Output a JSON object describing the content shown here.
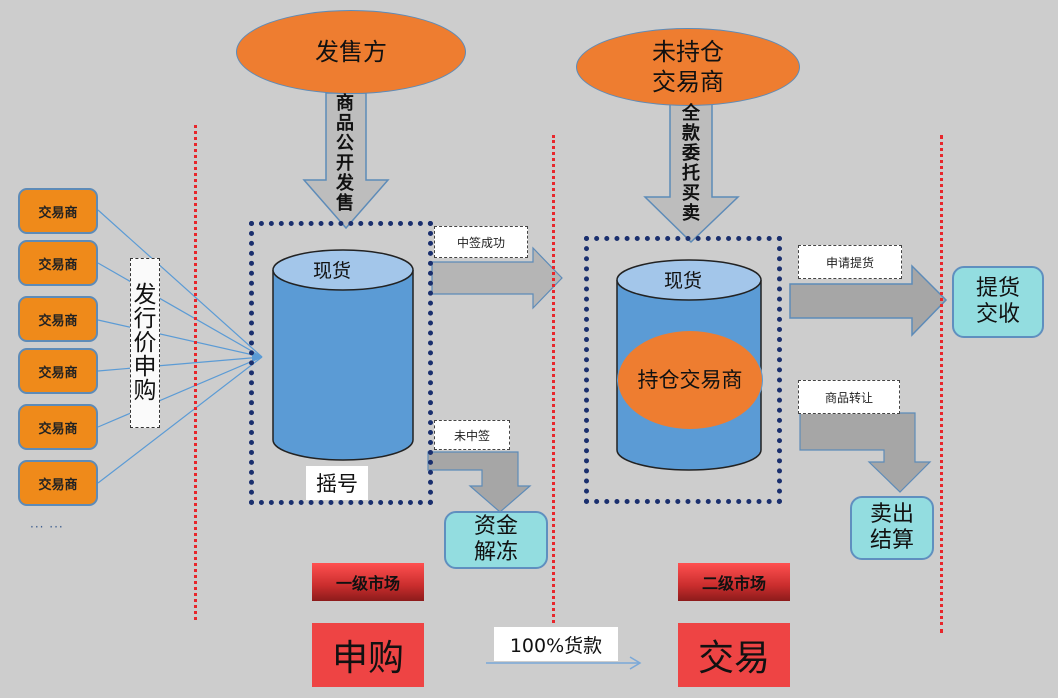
{
  "left": {
    "traders": [
      "交易商",
      "交易商",
      "交易商",
      "交易商",
      "交易商",
      "交易商"
    ],
    "ellipsis": "··· ···",
    "subscribe_label": [
      "发",
      "行",
      "价",
      "申",
      "购"
    ]
  },
  "primary": {
    "issuer": "发售方",
    "issue_arrow_text": [
      "商",
      "品",
      "公",
      "开",
      "发",
      "售"
    ],
    "cylinder_top": "现货",
    "lottery": "摇号",
    "win_label": "中签成功",
    "lose_label": "未中签",
    "unfreeze": "资金解冻",
    "unfreeze_lines": [
      "资金",
      "解冻"
    ],
    "market_header": "一级市场",
    "action": "申购"
  },
  "secondary": {
    "non_holder": [
      "未持仓",
      "交易商"
    ],
    "entrust_arrow_text": [
      "全",
      "款",
      "委",
      "托",
      "买",
      "卖"
    ],
    "cylinder_top": "现货",
    "holder": "持仓交易商",
    "delivery_label": "申请提货",
    "transfer_label": "商品转让",
    "delivery_lines": [
      "提货",
      "交收"
    ],
    "settle_lines": [
      "卖出",
      "结算"
    ],
    "market_header": "二级市场",
    "action": "交易"
  },
  "bottom": {
    "payment": "100%货款"
  },
  "colors": {
    "background": "#cdcdcd",
    "orange": "#ee7d30",
    "trader_orange": "#ef8a1a",
    "cylinder_blue": "#5b9bd5",
    "cylinder_top": "#a3c6ea",
    "teal": "#93dde0",
    "red": "#ee4444",
    "divider_red": "#e8262b",
    "dashed_navy": "#1a2f6e"
  }
}
